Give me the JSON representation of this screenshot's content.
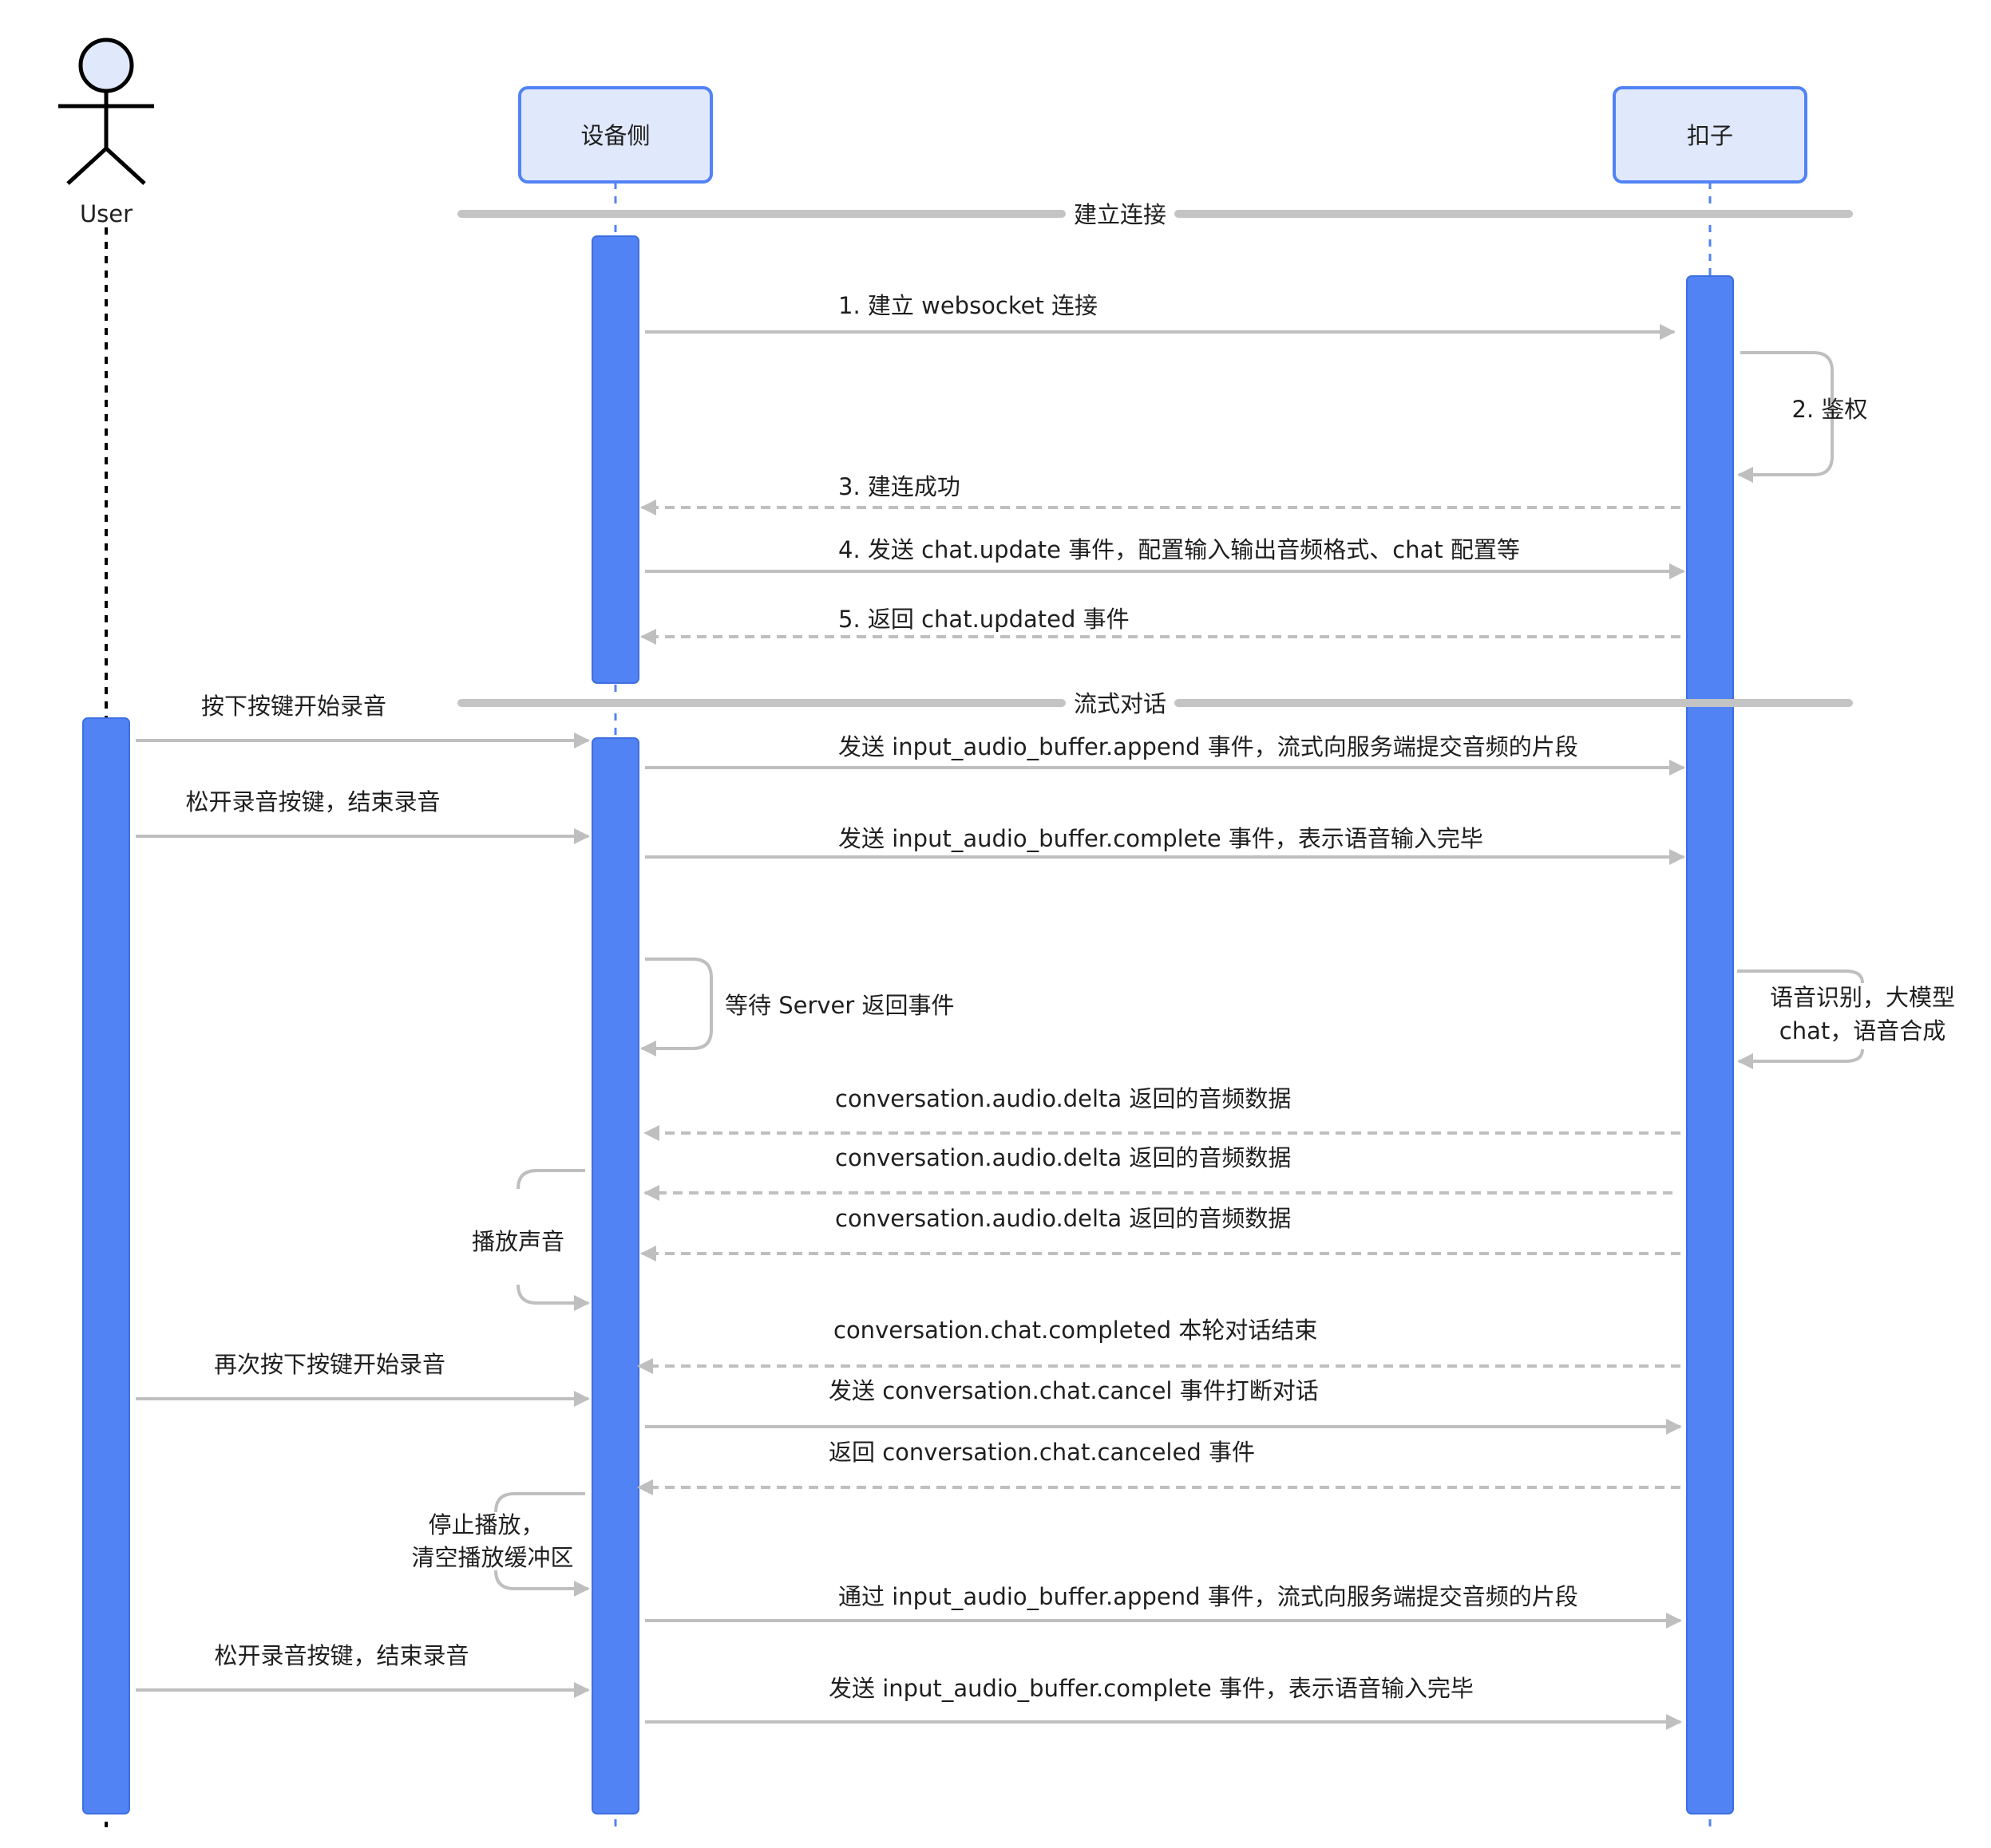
{
  "participants": {
    "user": "User",
    "device": "设备侧",
    "coze": "扣子"
  },
  "sections": {
    "connect": "建立连接",
    "stream": "流式对话"
  },
  "messages": {
    "m1": "1. 建立 websocket 连接",
    "m2": "2. 鉴权",
    "m3": "3. 建连成功",
    "m4": "4. 发送 chat.update 事件，配置输入输出音频格式、chat 配置等",
    "m5": "5. 返回 chat.updated 事件",
    "press": "按下按键开始录音",
    "append1": "发送 input_audio_buffer.append 事件，流式向服务端提交音频的片段",
    "release1": "松开录音按键，结束录音",
    "complete1": "发送 input_audio_buffer.complete 事件，表示语音输入完毕",
    "wait": "等待 Server 返回事件",
    "process_line1": "语音识别，大模型",
    "process_line2": "chat，语音合成",
    "delta1": "conversation.audio.delta 返回的音频数据",
    "delta2": "conversation.audio.delta 返回的音频数据",
    "delta3": "conversation.audio.delta 返回的音频数据",
    "play": "播放声音",
    "chat_completed": "conversation.chat.completed 本轮对话结束",
    "press_again": "再次按下按键开始录音",
    "cancel": "发送 conversation.chat.cancel 事件打断对话",
    "canceled": "返回 conversation.chat.canceled 事件",
    "stop_line1": "停止播放，",
    "stop_line2": "清空播放缓冲区",
    "append2": "通过 input_audio_buffer.append 事件，流式向服务端提交音频的片段",
    "release2": "松开录音按键，结束录音",
    "complete2": "发送 input_audio_buffer.complete 事件，表示语音输入完毕"
  },
  "colors": {
    "activation": "#5183f5",
    "participant_fill": "#e0e8fb",
    "participant_border": "#5183f5",
    "arrow": "#bfbfbf",
    "divider": "#c4c4c4",
    "text": "#1f1f1f",
    "actor_fill": "#e0e8fb"
  },
  "icons": {
    "user": "stick-figure-actor-icon"
  }
}
